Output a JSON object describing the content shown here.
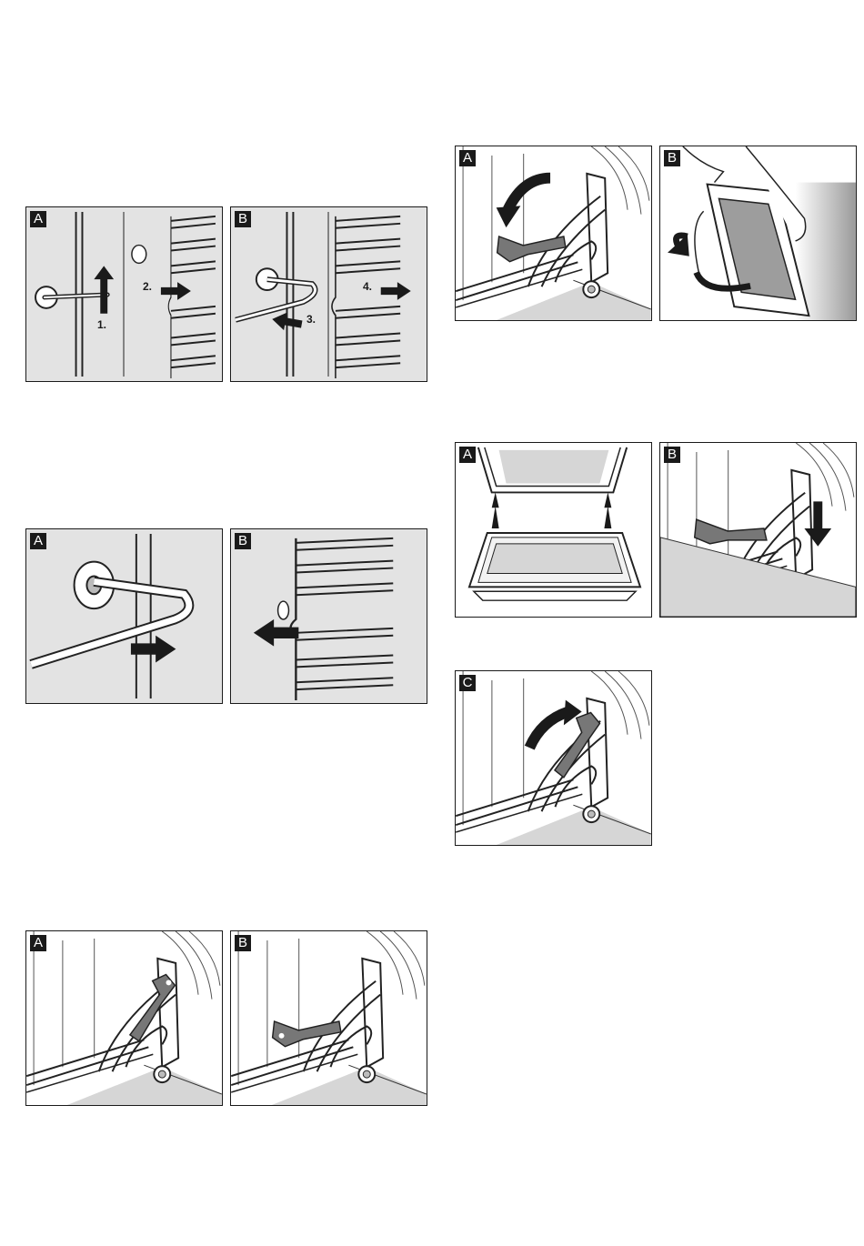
{
  "panels": {
    "rail_remove_a": {
      "label": "A",
      "steps": [
        "1.",
        "2."
      ]
    },
    "rail_remove_b": {
      "label": "B",
      "steps": [
        "3.",
        "4."
      ]
    },
    "rail_insert_a": {
      "label": "A"
    },
    "rail_insert_b": {
      "label": "B"
    },
    "hinge_lock_a": {
      "label": "A"
    },
    "hinge_lock_b": {
      "label": "B"
    },
    "door_remove_a": {
      "label": "A"
    },
    "door_remove_b": {
      "label": "B"
    },
    "door_refit_a": {
      "label": "A"
    },
    "door_refit_b": {
      "label": "B"
    },
    "door_refit_c": {
      "label": "C"
    }
  }
}
